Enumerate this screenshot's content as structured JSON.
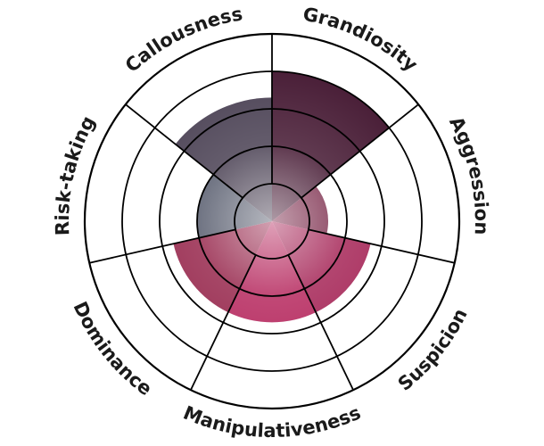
{
  "chart_data": {
    "type": "radial-bar",
    "title": "",
    "rings": 5,
    "max": 5,
    "grid": true,
    "categories": [
      "Grandiosity",
      "Aggression",
      "Suspicion",
      "Manipulativeness",
      "Dominance",
      "Risk-taking",
      "Callousness"
    ],
    "values": [
      4,
      1.5,
      2.7,
      2.7,
      2.7,
      2,
      3.3
    ],
    "colors": [
      "#4a1f38",
      "#7a2a4a",
      "#a82c5c",
      "#b82f63",
      "#9a2e52",
      "#5a5f70",
      "#4f4658"
    ]
  }
}
